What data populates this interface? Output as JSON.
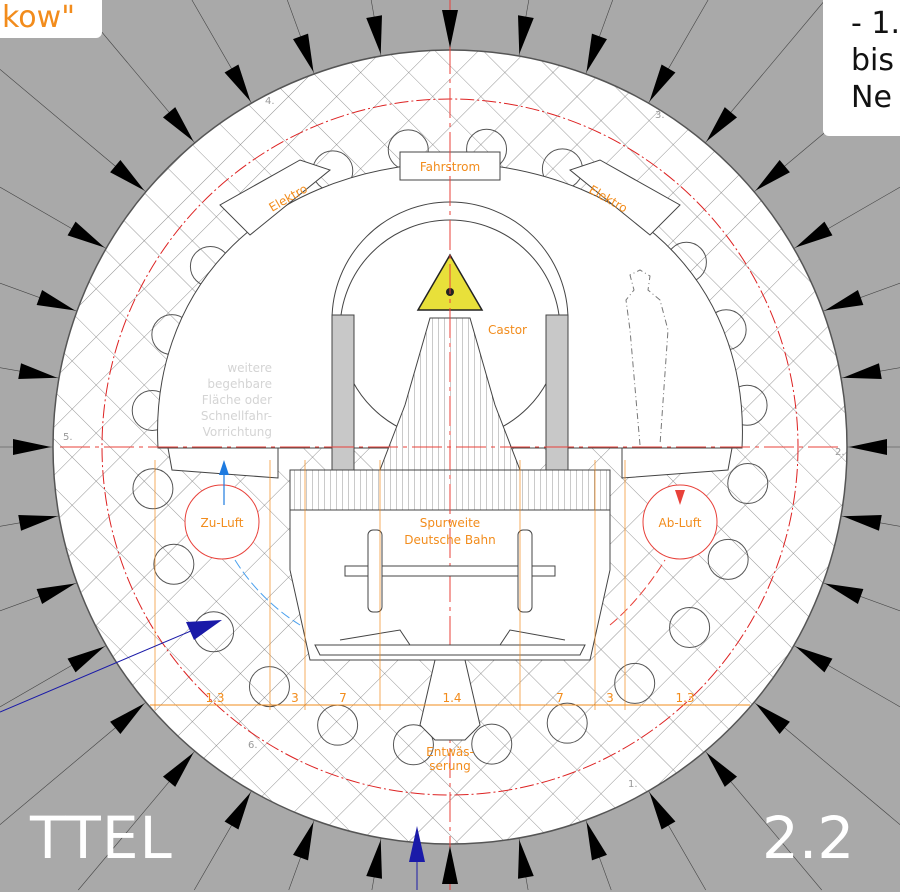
{
  "header": {
    "top_left_fragment": "kow\"",
    "top_right_lines": [
      "- 1.",
      "bis",
      "Ne"
    ]
  },
  "labels": {
    "fahrstrom": "Fahrstrom",
    "elektro_left": "Elektro",
    "elektro_right": "Elektro",
    "castor": "Castor",
    "side_note": [
      "weitere",
      "begehbare",
      "Fläche oder",
      "Schnellfahr-",
      "Vorrichtung"
    ],
    "zu_luft": "Zu-Luft",
    "ab_luft": "Ab-Luft",
    "spurweite": [
      "Spurweite",
      "Deutsche Bahn"
    ],
    "entwaesserung": [
      "Entwäs-",
      "serung"
    ]
  },
  "dimensions": [
    "1.3",
    "3",
    "7",
    "1.4",
    "7",
    "3",
    "1.3"
  ],
  "segment_numbers": [
    "1.",
    "2.",
    "3.",
    "4.",
    "5.",
    "6."
  ],
  "footer": {
    "left": "TTEL",
    "right": "2.2"
  },
  "colors": {
    "background": "#a9a9a9",
    "accent": "#f28c1c",
    "centerline": "#e8413a",
    "airflow_in": "#1e7be0",
    "airflow_out": "#e8413a",
    "pressure_arrow": "#000000",
    "vector": "#1a1aa8"
  }
}
